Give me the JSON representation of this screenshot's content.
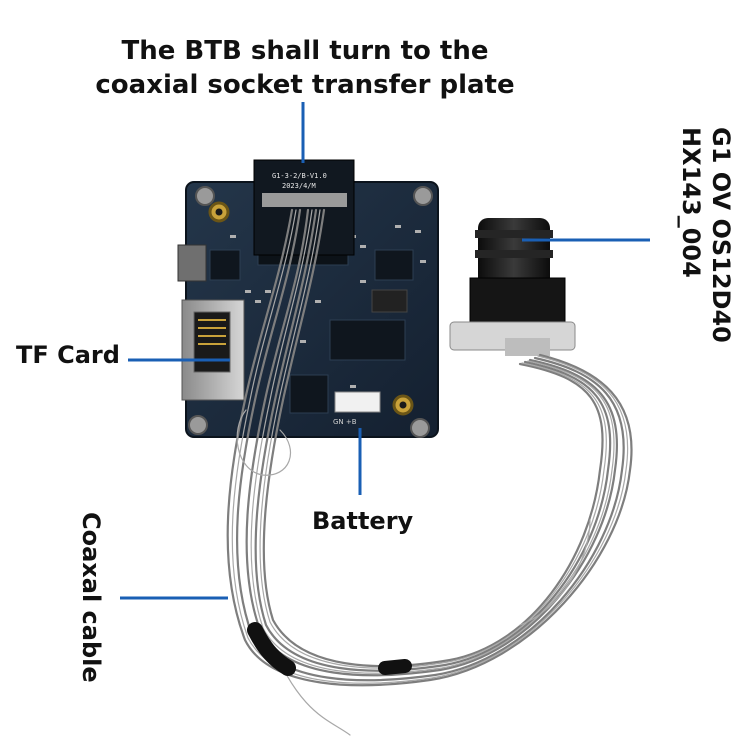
{
  "labels": {
    "btb_line1": "The BTB shall turn to the",
    "btb_line2": "coaxial socket transfer plate",
    "tf_card": "TF Card",
    "battery": "Battery",
    "coaxial_cable": "Coaxal cable",
    "sensor_line1": "G1 OV OS12D40",
    "sensor_line2": "HX143_004"
  },
  "silkscreen": {
    "connector_text": "G1-3-2/B-V1.0",
    "date_text": "2023/4/M",
    "battery_connector_text": "GN +B"
  },
  "colors": {
    "pcb": "#1c2a3a",
    "callout_line": "#1a5fb4",
    "label_text": "#111111"
  }
}
